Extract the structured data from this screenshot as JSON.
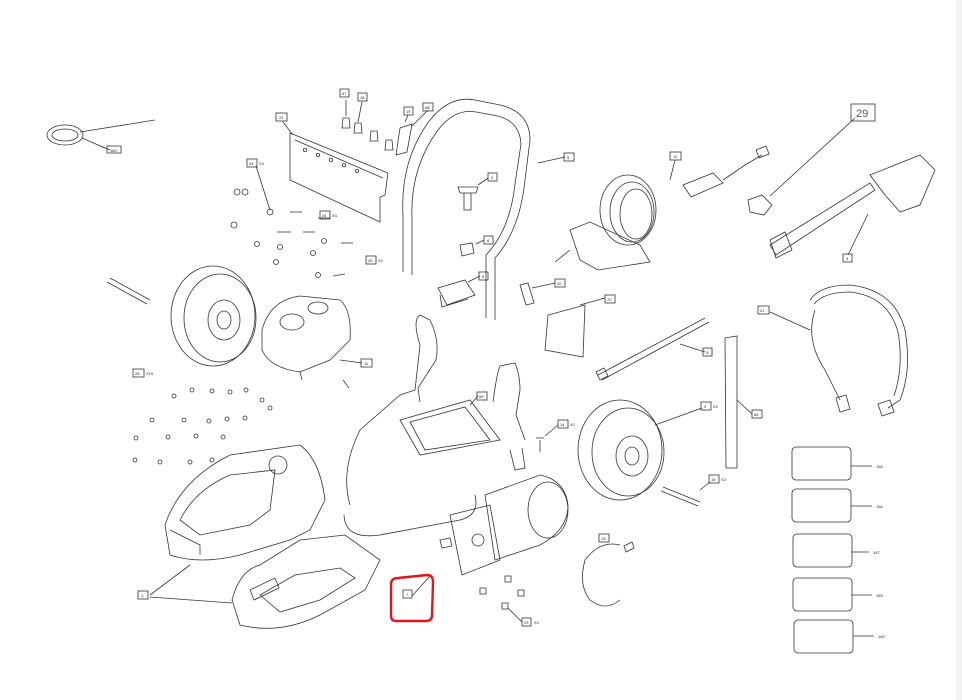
{
  "callouts": {
    "c160a": "160",
    "c22": "22",
    "c67": "67",
    "c18": "18",
    "c19": "19",
    "c68": "68",
    "c2": "2",
    "c5": "5",
    "c12": "12",
    "c29": "29",
    "c4": "4",
    "c24": "24",
    "c24s": "X4",
    "c24b": "24",
    "c24bs": "X4",
    "c25": "25",
    "c25s": "X4",
    "c6": "6",
    "c9": "9",
    "c20": "20",
    "c70": "70",
    "c11": "11",
    "c3": "3",
    "c21": "21",
    "c28": "28",
    "c28s": "X15",
    "c69": "69",
    "c14": "14",
    "c14s": "X2",
    "c3b": "3",
    "c3bs": "X2",
    "c66": "66",
    "c15": "15",
    "c15s": "X2",
    "c13": "13",
    "c1": "1",
    "c7": "7",
    "c23": "23",
    "c23s": "X4",
    "c155": "155",
    "c156": "156",
    "c157": "157",
    "c159": "159",
    "c160": "160"
  },
  "highlight": {
    "color": "#e8141c",
    "target": "7"
  }
}
